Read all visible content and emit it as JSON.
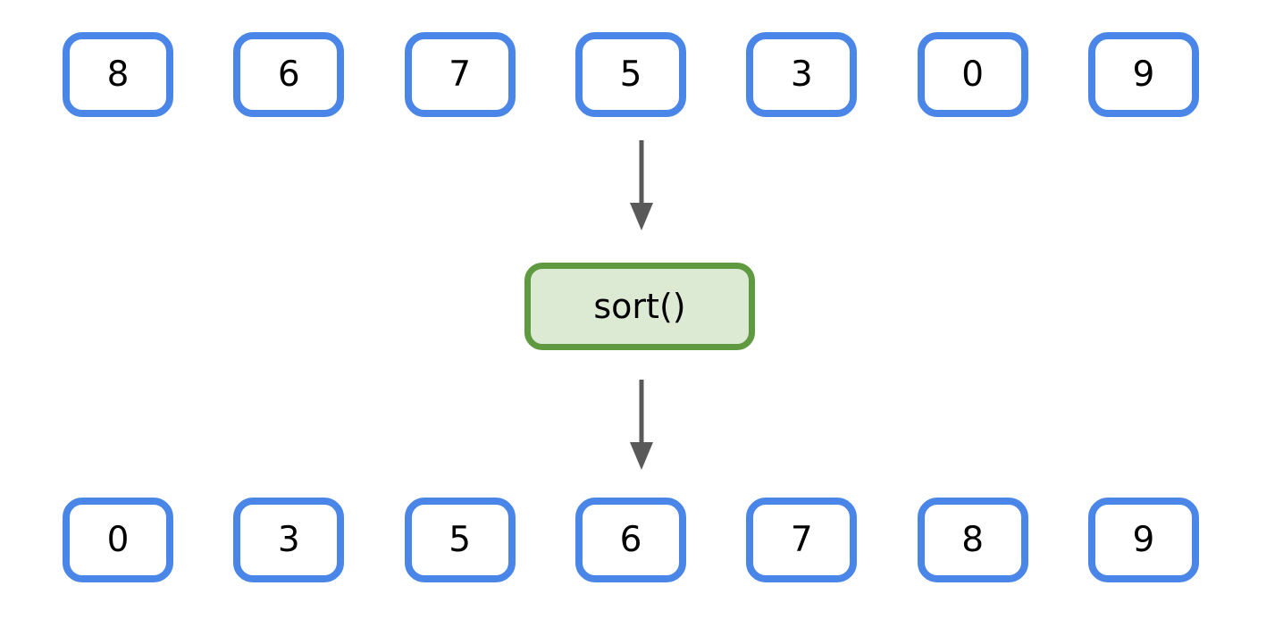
{
  "diagram": {
    "input": {
      "values": [
        "8",
        "6",
        "7",
        "5",
        "3",
        "0",
        "9"
      ]
    },
    "operation": {
      "label": "sort()"
    },
    "output": {
      "values": [
        "0",
        "3",
        "5",
        "6",
        "7",
        "8",
        "9"
      ]
    }
  },
  "icons": {
    "down_arrow": "↓"
  },
  "colors": {
    "background": "#FFFFFF",
    "cell_border": "#4A86E8",
    "operation_border": "#5F9A41",
    "operation_fill": "#DCE9D3",
    "arrow": "#595959",
    "text": "#000000"
  }
}
